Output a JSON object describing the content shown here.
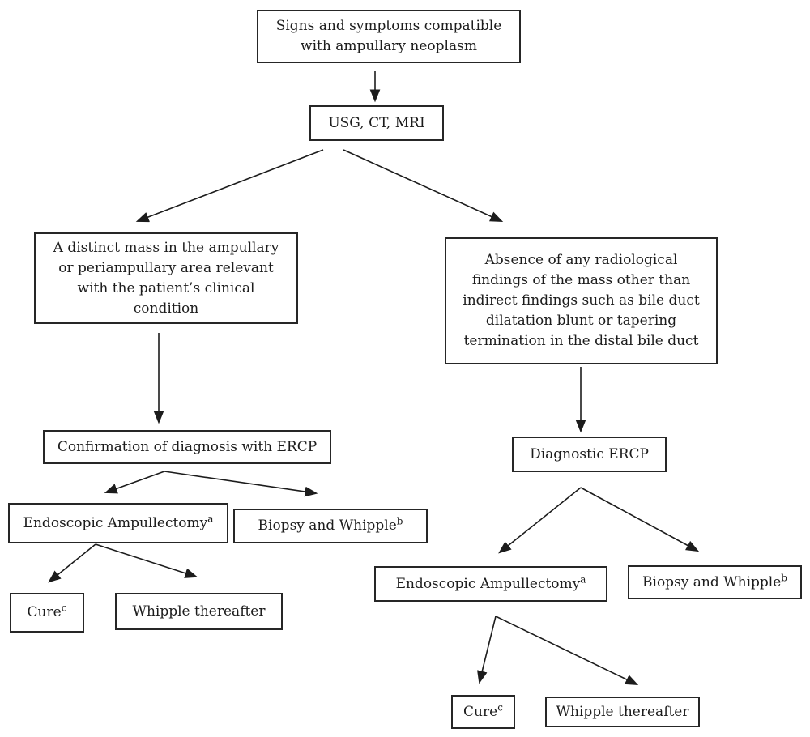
{
  "diagram": {
    "background": "#ffffff",
    "ink": "#1c1c1c",
    "nodes": {
      "signs": {
        "label": "Signs and symptoms compatible\nwith ampullary neoplasm"
      },
      "imaging": {
        "label": "USG, CT, MRI"
      },
      "mass": {
        "label": "A distinct mass in the ampullary\nor periampullary area relevant\nwith the patient’s clinical\ncondition"
      },
      "absence": {
        "label": "Absence of any radiological\nfindings of the mass other than\nindirect findings such as bile duct\ndilatation blunt or tapering\ntermination in the distal bile duct"
      },
      "confirmation": {
        "label": "Confirmation of diagnosis with ERCP"
      },
      "endo_left": {
        "label": "Endoscopic Ampullectomy",
        "sup": "a"
      },
      "biopsy_left": {
        "label": "Biopsy and Whipple",
        "sup": "b"
      },
      "cure_left": {
        "label": "Cure",
        "sup": "c"
      },
      "whipple_left": {
        "label": "Whipple thereafter"
      },
      "diag_ercp": {
        "label": "Diagnostic ERCP"
      },
      "endo_right": {
        "label": "Endoscopic Ampullectomy",
        "sup": "a"
      },
      "biopsy_right": {
        "label": "Biopsy and Whipple",
        "sup": "b"
      },
      "cure_right": {
        "label": "Cure",
        "sup": "c"
      },
      "whipple_right": {
        "label": "Whipple thereafter"
      }
    },
    "edges": [
      {
        "from": "signs",
        "to": "imaging"
      },
      {
        "from": "imaging",
        "to": "mass"
      },
      {
        "from": "imaging",
        "to": "absence"
      },
      {
        "from": "mass",
        "to": "confirmation"
      },
      {
        "from": "confirmation",
        "to": "endo_left"
      },
      {
        "from": "confirmation",
        "to": "biopsy_left"
      },
      {
        "from": "endo_left",
        "to": "cure_left"
      },
      {
        "from": "endo_left",
        "to": "whipple_left"
      },
      {
        "from": "absence",
        "to": "diag_ercp"
      },
      {
        "from": "diag_ercp",
        "to": "endo_right"
      },
      {
        "from": "diag_ercp",
        "to": "biopsy_right"
      },
      {
        "from": "endo_right",
        "to": "cure_right"
      },
      {
        "from": "endo_right",
        "to": "whipple_right"
      }
    ]
  }
}
